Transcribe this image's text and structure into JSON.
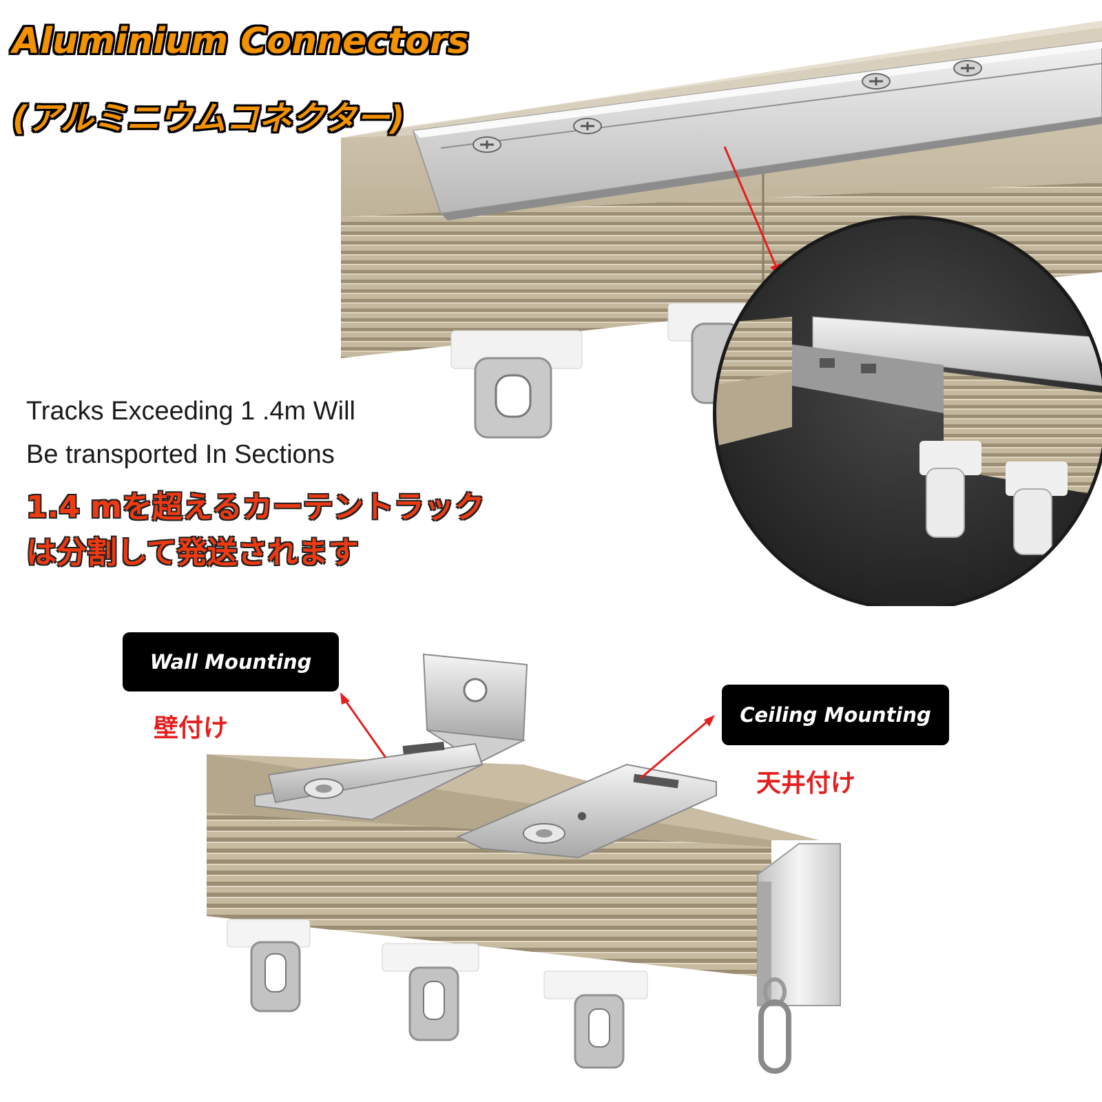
{
  "top": {
    "title_line1": "Aluminium Connectors",
    "title_line2": "(アルミニウムコネクター)",
    "info_en_line1": "Tracks Exceeding 1 .4m Will",
    "info_en_line2": "Be transported In Sections",
    "info_jp_line1": "1.4 mを超えるカーテントラック",
    "info_jp_line2": "は分割して発送されます"
  },
  "bottom": {
    "wall_label": "Wall Mounting",
    "wall_jp": "壁付け",
    "ceiling_label": "Ceiling Mounting",
    "ceiling_jp": "天井付け"
  },
  "colors": {
    "title_orange": "#f39200",
    "accent_red": "#e51e1e",
    "track_champagne": "#b8ab93",
    "divider_red": "#d92020"
  }
}
